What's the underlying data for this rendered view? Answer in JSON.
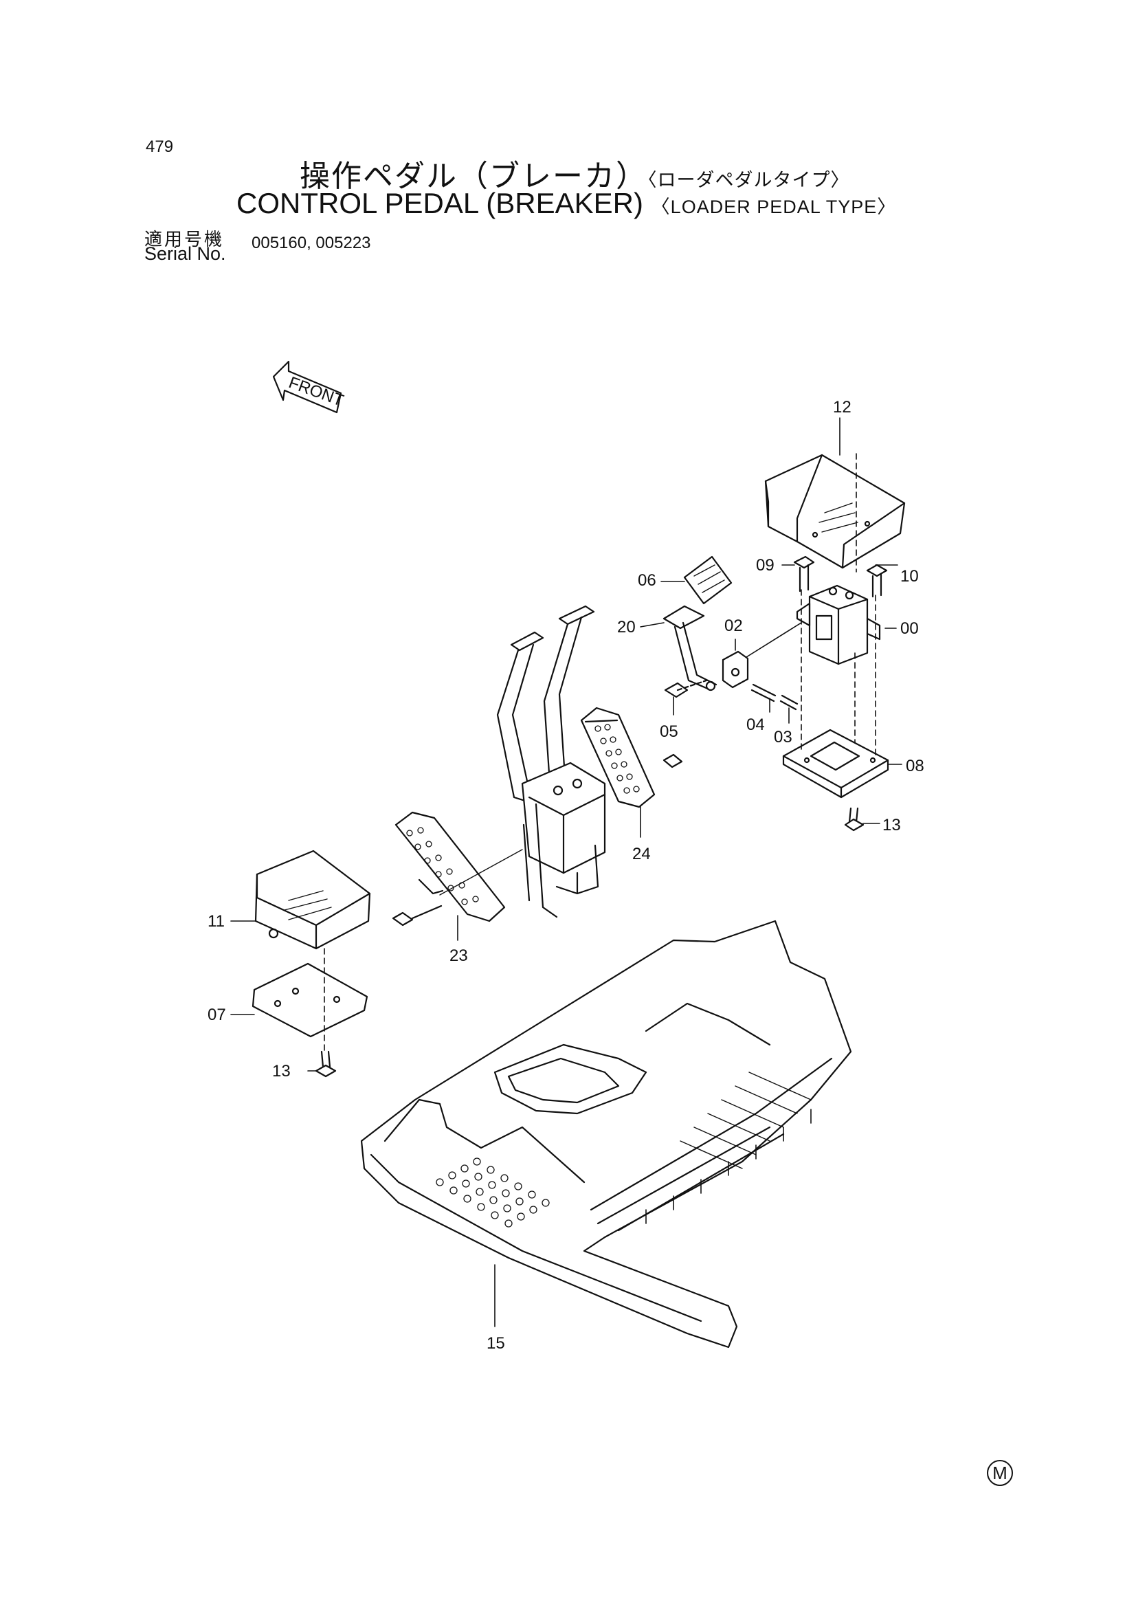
{
  "page_number": "479",
  "title_jp": "操作ペダル（ブレーカ）",
  "title_jp_sub": "〈ローダペダルタイプ〉",
  "title_en": "CONTROL PEDAL (BREAKER)",
  "title_en_sub": "〈LOADER PEDAL TYPE〉",
  "serial_label_jp": "適用号機",
  "serial_label_en": "Serial No.",
  "serial_values": "005160, 005223",
  "front_label": "FRONT",
  "marker": "M",
  "callouts": {
    "c00": "00",
    "c02": "02",
    "c03": "03",
    "c04": "04",
    "c05": "05",
    "c06": "06",
    "c07": "07",
    "c08": "08",
    "c09": "09",
    "c10": "10",
    "c11": "11",
    "c12": "12",
    "c13a": "13",
    "c13b": "13",
    "c15": "15",
    "c20": "20",
    "c23": "23",
    "c24": "24"
  }
}
